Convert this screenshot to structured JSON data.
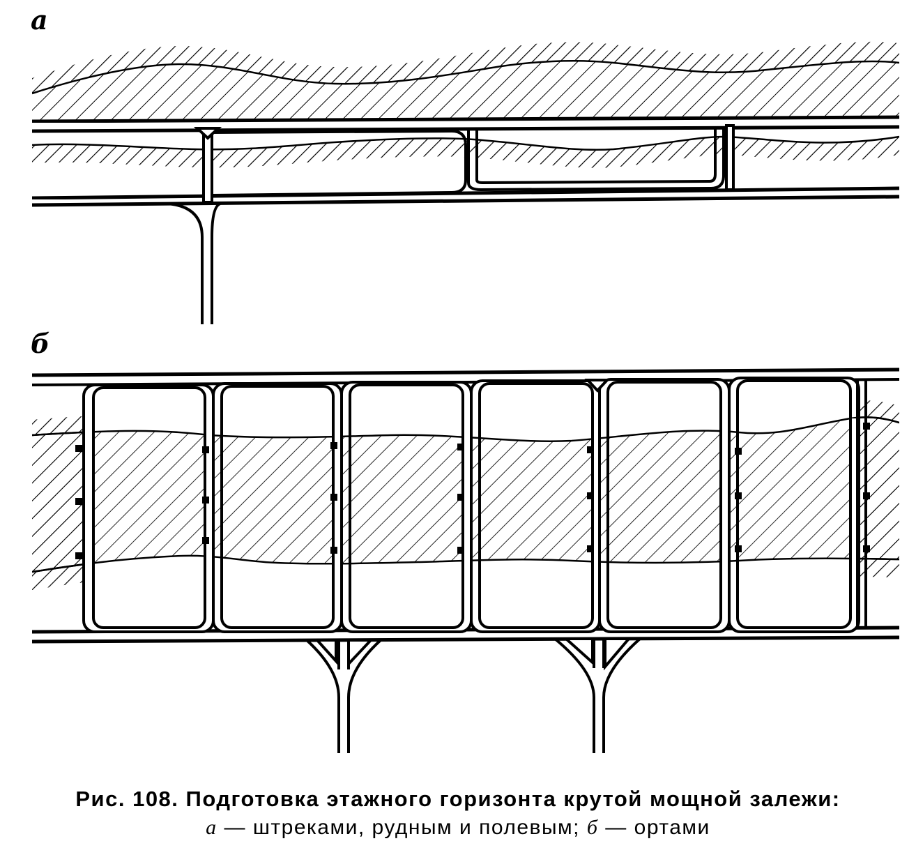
{
  "panels": {
    "a": {
      "label": "а"
    },
    "b": {
      "label": "б"
    }
  },
  "caption": {
    "prefix": "Рис.",
    "number": "108.",
    "title": "Подготовка этажного горизонта крутой мощной залежи:",
    "item_a_letter": "а",
    "item_a_text": "— штреками, рудным и полевым;",
    "item_b_letter": "б",
    "item_b_text": "— ортами"
  },
  "colors": {
    "ink": "#000000",
    "paper": "#ffffff"
  }
}
